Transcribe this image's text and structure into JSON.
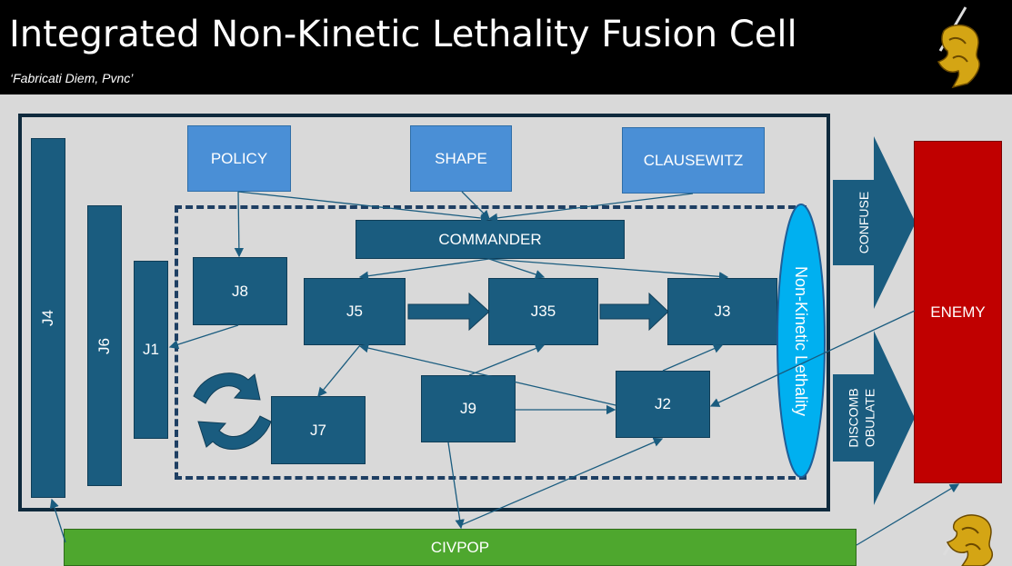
{
  "header": {
    "title": "Integrated Non-Kinetic Lethality Fusion Cell",
    "subtitle": "‘Fabricati Diem, Pvnc’"
  },
  "nodes": {
    "policy": "POLICY",
    "shape": "SHAPE",
    "clausewitz": "CLAUSEWITZ",
    "commander": "COMMANDER",
    "j1": "J1",
    "j2": "J2",
    "j3": "J3",
    "j35": "J35",
    "j4": "J4",
    "j5": "J5",
    "j6": "J6",
    "j7": "J7",
    "j8": "J8",
    "j9": "J9",
    "nkl": "Non-Kinetic Lethality",
    "civpop": "CIVPOP",
    "enemy": "ENEMY"
  },
  "effects": {
    "confuse": "CONFUSE",
    "discombobulate_line1": "DISCOMB",
    "discombobulate_line2": "OBULATE"
  },
  "colors": {
    "dark_box": "#1a5c7f",
    "light_box": "#4a8fd6",
    "enemy": "#c00000",
    "civpop": "#4ea72e",
    "nkl": "#00b0f0",
    "arrow": "#1a5c7f"
  },
  "icons": [
    "lion-sword-crest-icon"
  ]
}
